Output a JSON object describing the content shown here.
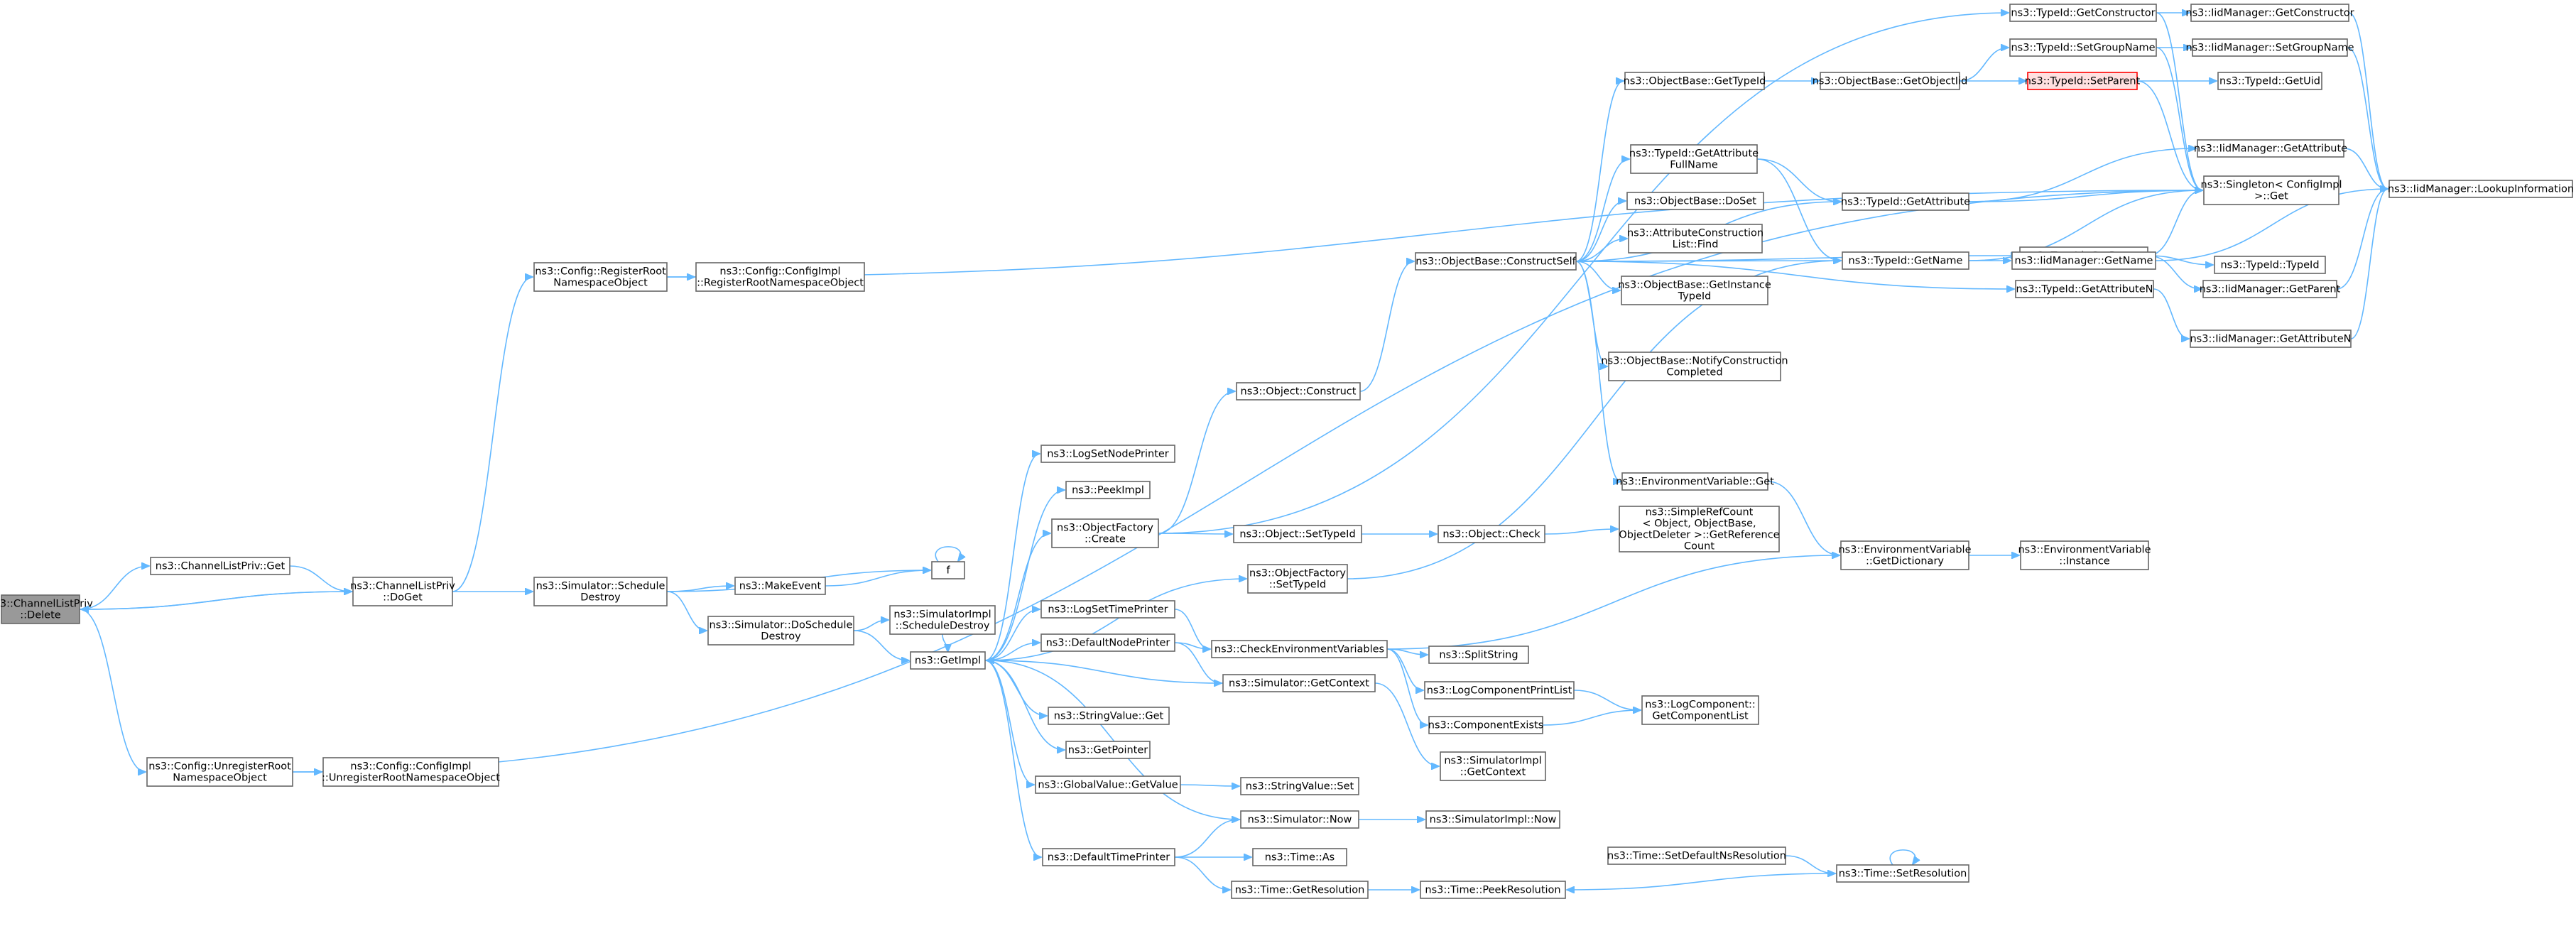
{
  "colors": {
    "edge": "#63b8ff",
    "node_border": "#666666",
    "root_fill": "#999999",
    "highlight_border": "#ff0000",
    "highlight_fill": "#ffe0e0"
  },
  "nodes": [
    {
      "id": "delete",
      "lines": [
        "ns3::ChannelListPriv",
        "::Delete"
      ],
      "style": "root"
    },
    {
      "id": "clp_get",
      "lines": [
        "ns3::ChannelListPriv::Get"
      ]
    },
    {
      "id": "clp_doget",
      "lines": [
        "ns3::ChannelListPriv",
        "::DoGet"
      ]
    },
    {
      "id": "unreg_root",
      "lines": [
        "ns3::Config::UnregisterRoot",
        "NamespaceObject"
      ]
    },
    {
      "id": "unreg_impl",
      "lines": [
        "ns3::Config::ConfigImpl",
        "::UnregisterRootNamespaceObject"
      ]
    },
    {
      "id": "reg_root",
      "lines": [
        "ns3::Config::RegisterRoot",
        "NamespaceObject"
      ]
    },
    {
      "id": "reg_impl",
      "lines": [
        "ns3::Config::ConfigImpl",
        "::RegisterRootNamespaceObject"
      ]
    },
    {
      "id": "sched_destroy",
      "lines": [
        "ns3::Simulator::Schedule",
        "Destroy"
      ]
    },
    {
      "id": "make_event",
      "lines": [
        "ns3::MakeEvent"
      ]
    },
    {
      "id": "f",
      "lines": [
        "f"
      ]
    },
    {
      "id": "do_sched_destroy",
      "lines": [
        "ns3::Simulator::DoSchedule",
        "Destroy"
      ]
    },
    {
      "id": "simimpl_sched",
      "lines": [
        "ns3::SimulatorImpl",
        "::ScheduleDestroy"
      ]
    },
    {
      "id": "getimpl",
      "lines": [
        "ns3::GetImpl"
      ]
    },
    {
      "id": "log_node_printer",
      "lines": [
        "ns3::LogSetNodePrinter"
      ]
    },
    {
      "id": "peekimpl",
      "lines": [
        "ns3::PeekImpl"
      ]
    },
    {
      "id": "objfactory_create",
      "lines": [
        "ns3::ObjectFactory",
        "::Create"
      ]
    },
    {
      "id": "objfactory_settypeid",
      "lines": [
        "ns3::ObjectFactory",
        "::SetTypeId"
      ]
    },
    {
      "id": "log_time_printer",
      "lines": [
        "ns3::LogSetTimePrinter"
      ]
    },
    {
      "id": "default_node_printer",
      "lines": [
        "ns3::DefaultNodePrinter"
      ]
    },
    {
      "id": "stringvalue_get",
      "lines": [
        "ns3::StringValue::Get"
      ]
    },
    {
      "id": "getpointer",
      "lines": [
        "ns3::GetPointer"
      ]
    },
    {
      "id": "globalvalue_get",
      "lines": [
        "ns3::GlobalValue::GetValue"
      ]
    },
    {
      "id": "default_time_printer",
      "lines": [
        "ns3::DefaultTimePrinter"
      ]
    },
    {
      "id": "object_construct",
      "lines": [
        "ns3::Object::Construct"
      ]
    },
    {
      "id": "object_settypeid",
      "lines": [
        "ns3::Object::SetTypeId"
      ]
    },
    {
      "id": "object_check",
      "lines": [
        "ns3::Object::Check"
      ]
    },
    {
      "id": "simplerefcount",
      "lines": [
        "ns3::SimpleRefCount",
        "< Object, ObjectBase,",
        "ObjectDeleter >::GetReference",
        "Count"
      ]
    },
    {
      "id": "check_env",
      "lines": [
        "ns3::CheckEnvironmentVariables"
      ]
    },
    {
      "id": "sim_getcontext",
      "lines": [
        "ns3::Simulator::GetContext"
      ]
    },
    {
      "id": "stringvalue_set",
      "lines": [
        "ns3::StringValue::Set"
      ]
    },
    {
      "id": "sim_now",
      "lines": [
        "ns3::Simulator::Now"
      ]
    },
    {
      "id": "time_as",
      "lines": [
        "ns3::Time::As"
      ]
    },
    {
      "id": "time_getres",
      "lines": [
        "ns3::Time::GetResolution"
      ]
    },
    {
      "id": "splitstring",
      "lines": [
        "ns3::SplitString"
      ]
    },
    {
      "id": "logcomp_printlist",
      "lines": [
        "ns3::LogComponentPrintList"
      ]
    },
    {
      "id": "comp_exists",
      "lines": [
        "ns3::ComponentExists"
      ]
    },
    {
      "id": "simimpl_getcontext",
      "lines": [
        "ns3::SimulatorImpl",
        "::GetContext"
      ]
    },
    {
      "id": "simimpl_now",
      "lines": [
        "ns3::SimulatorImpl::Now"
      ]
    },
    {
      "id": "time_peekres",
      "lines": [
        "ns3::Time::PeekResolution"
      ]
    },
    {
      "id": "logcomp_getlist",
      "lines": [
        "ns3::LogComponent::",
        "GetComponentList"
      ]
    },
    {
      "id": "time_setdefault",
      "lines": [
        "ns3::Time::SetDefaultNsResolution"
      ]
    },
    {
      "id": "time_setres",
      "lines": [
        "ns3::Time::SetResolution"
      ]
    },
    {
      "id": "ob_constructself",
      "lines": [
        "ns3::ObjectBase::ConstructSelf"
      ]
    },
    {
      "id": "ob_gettypeid",
      "lines": [
        "ns3::ObjectBase::GetTypeId"
      ]
    },
    {
      "id": "ob_getobjectiid",
      "lines": [
        "ns3::ObjectBase::GetObjectIid"
      ]
    },
    {
      "id": "typeid_getattr_fullname",
      "lines": [
        "ns3::TypeId::GetAttribute",
        "FullName"
      ]
    },
    {
      "id": "ob_doset",
      "lines": [
        "ns3::ObjectBase::DoSet"
      ]
    },
    {
      "id": "attrconst_find",
      "lines": [
        "ns3::AttributeConstruction",
        "List::Find"
      ]
    },
    {
      "id": "ob_getinstance",
      "lines": [
        "ns3::ObjectBase::GetInstance",
        "TypeId"
      ]
    },
    {
      "id": "ob_notify",
      "lines": [
        "ns3::ObjectBase::NotifyConstruction",
        "Completed"
      ]
    },
    {
      "id": "envvar_get",
      "lines": [
        "ns3::EnvironmentVariable::Get"
      ]
    },
    {
      "id": "envvar_getdict",
      "lines": [
        "ns3::EnvironmentVariable",
        "::GetDictionary"
      ]
    },
    {
      "id": "envvar_instance",
      "lines": [
        "ns3::EnvironmentVariable",
        "::Instance"
      ]
    },
    {
      "id": "typeid_getattr",
      "lines": [
        "ns3::TypeId::GetAttribute"
      ]
    },
    {
      "id": "typeid_getname",
      "lines": [
        "ns3::TypeId::GetName"
      ]
    },
    {
      "id": "typeid_getparent",
      "lines": [
        "ns3::TypeId::GetParent"
      ]
    },
    {
      "id": "typeid_getattrn",
      "lines": [
        "ns3::TypeId::GetAttributeN"
      ]
    },
    {
      "id": "typeid_getconstructor",
      "lines": [
        "ns3::TypeId::GetConstructor"
      ]
    },
    {
      "id": "typeid_setgroupname",
      "lines": [
        "ns3::TypeId::SetGroupName"
      ]
    },
    {
      "id": "typeid_setparent",
      "lines": [
        "ns3::TypeId::SetParent"
      ],
      "style": "highlight"
    },
    {
      "id": "iid_getconstructor",
      "lines": [
        "ns3::IidManager::GetConstructor"
      ]
    },
    {
      "id": "iid_setgroupname",
      "lines": [
        "ns3::IidManager::SetGroupName"
      ]
    },
    {
      "id": "typeid_getuid",
      "lines": [
        "ns3::TypeId::GetUid"
      ]
    },
    {
      "id": "iid_getattribute",
      "lines": [
        "ns3::IidManager::GetAttribute"
      ]
    },
    {
      "id": "singleton",
      "lines": [
        "ns3::Singleton< ConfigImpl",
        " >::Get"
      ]
    },
    {
      "id": "iid_getname",
      "lines": [
        "ns3::IidManager::GetName"
      ]
    },
    {
      "id": "typeid_typeid",
      "lines": [
        "ns3::TypeId::TypeId"
      ]
    },
    {
      "id": "iid_getparent",
      "lines": [
        "ns3::IidManager::GetParent"
      ]
    },
    {
      "id": "iid_getattributen",
      "lines": [
        "ns3::IidManager::GetAttributeN"
      ]
    },
    {
      "id": "iid_lookup",
      "lines": [
        "ns3::IidManager::LookupInformation"
      ]
    }
  ]
}
